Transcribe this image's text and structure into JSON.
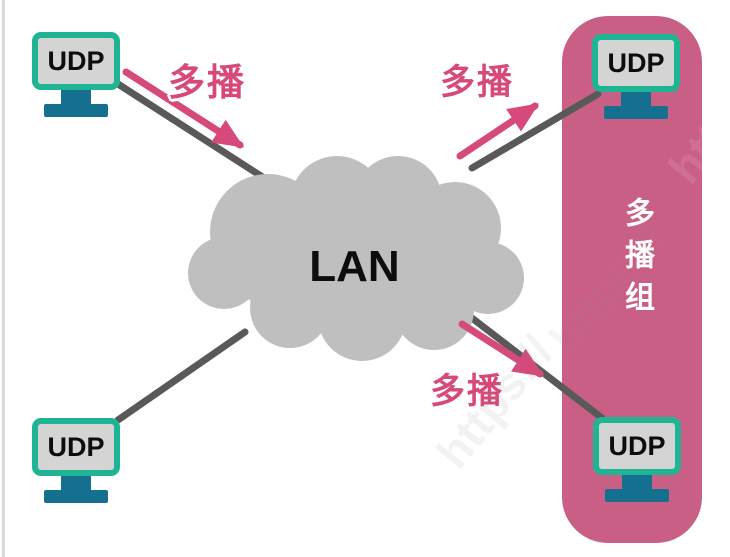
{
  "diagram": {
    "nodes": [
      {
        "id": "sender-top-left",
        "label": "UDP"
      },
      {
        "id": "sender-bottom-left",
        "label": "UDP"
      },
      {
        "id": "receiver-top-right",
        "label": "UDP"
      },
      {
        "id": "receiver-bottom-right",
        "label": "UDP"
      }
    ],
    "network": {
      "label": "LAN"
    },
    "group": {
      "label": "多播组"
    },
    "flows": [
      {
        "position": "top-left",
        "label": "多播"
      },
      {
        "position": "top-right",
        "label": "多播"
      },
      {
        "position": "bottom-right",
        "label": "多播"
      }
    ],
    "watermark": {
      "text": "https://"
    },
    "colors": {
      "monitor_frame": "#1fb494",
      "monitor_screen": "#d4d4d4",
      "monitor_stand": "#15708f",
      "cloud": "#c0bfbf",
      "connection_line": "#595959",
      "arrow_pink": "#d6497b",
      "panel_pink": "#ca5f85"
    }
  }
}
